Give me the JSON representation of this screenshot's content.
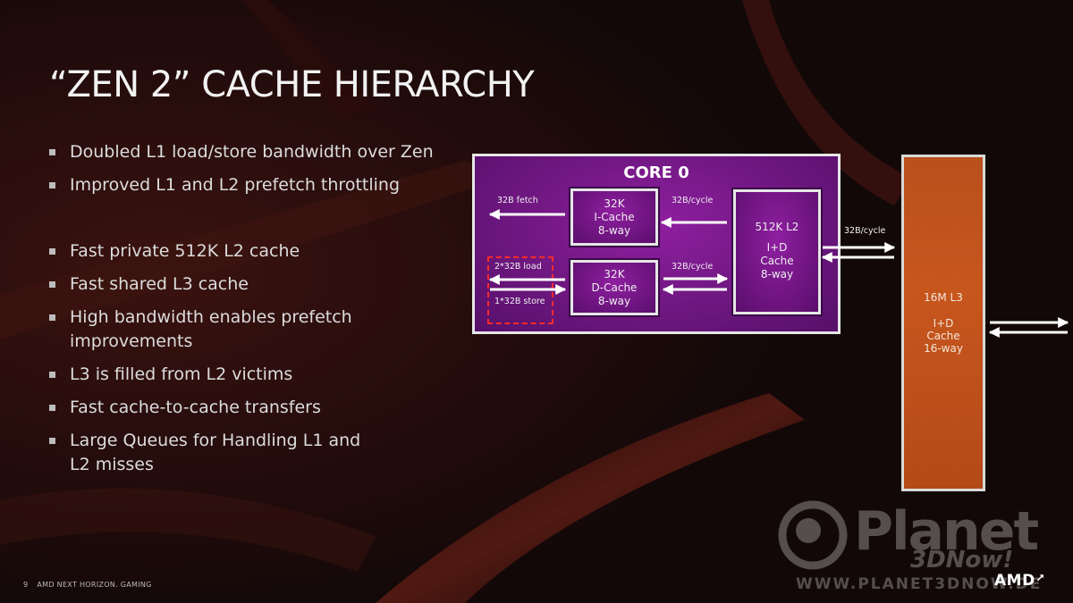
{
  "slide": {
    "title": "“ZEN 2” CACHE HIERARCHY",
    "page_number": "9",
    "footer_text": "AMD NEXT HORIZON. GAMING",
    "brand": "AMD"
  },
  "bullets": [
    "Doubled L1 load/store bandwidth over Zen",
    "Improved L1 and L2 prefetch throttling",
    "Fast private 512K L2 cache",
    "Fast shared L3 cache",
    "High bandwidth enables prefetch improvements",
    "L3 is filled from L2 victims",
    "Fast cache-to-cache transfers",
    "Large Queues for Handling L1 and L2 misses"
  ],
  "diagram": {
    "core_title": "CORE 0",
    "icache": [
      "32K",
      "I-Cache",
      "8-way"
    ],
    "dcache": [
      "32K",
      "D-Cache",
      "8-way"
    ],
    "l2": [
      "512K L2",
      "I+D",
      "Cache",
      "8-way"
    ],
    "l3_name": "16M L3",
    "l3_info": [
      "I+D",
      "Cache",
      "16-way"
    ],
    "labels": {
      "fetch": "32B fetch",
      "load": "2*32B load",
      "store": "1*32B store",
      "icache_l2": "32B/cycle",
      "dcache_l2": "32B/cycle",
      "l2_l3": "32B/cycle"
    },
    "colors": {
      "core": "#7a1a8c",
      "l3": "#c0541c",
      "highlight_dashed": "#ff2a2a"
    }
  },
  "watermark": {
    "name": "Planet",
    "sub": "3DNow!",
    "url": "WWW.PLANET3DNOW.DE"
  }
}
